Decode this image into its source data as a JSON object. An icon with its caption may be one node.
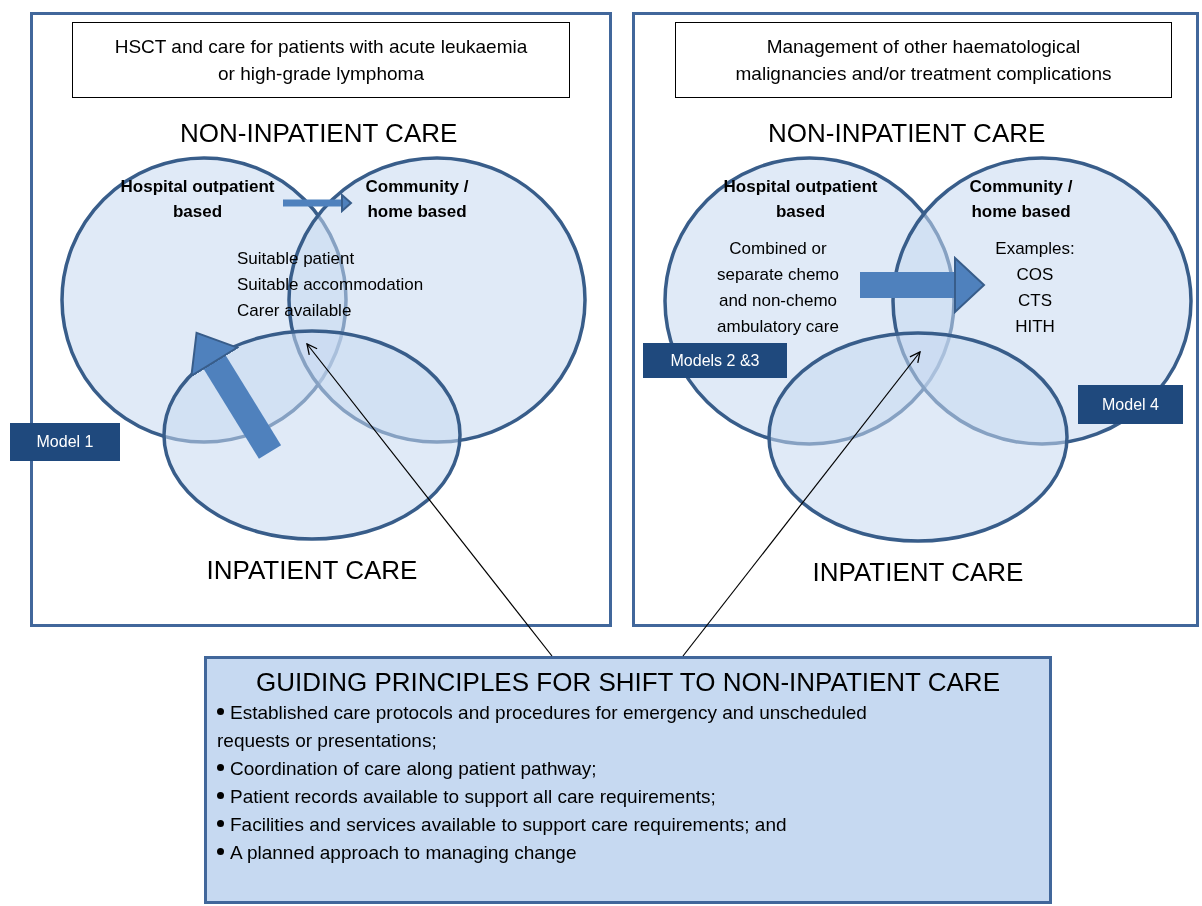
{
  "diagram": {
    "nodes": [
      {
        "text": [],
        "shape": "box"
      },
      {
        "text": [
          "HSCT and care for patients with acute leukaemia or high-grade lymphoma"
        ],
        "in": 0
      },
      {
        "text": [
          "Hospital outpatient based"
        ],
        "in": 0
      },
      {
        "text": [
          "Community / home based"
        ],
        "in": 0
      },
      {
        "text": [
          "INPATIENT CARE"
        ],
        "in": 0
      },
      {
        "text": [
          "Model 1"
        ]
      },
      {
        "text": [],
        "shape": "box"
      },
      {
        "text": [
          "Management of other haematological malignancies and/or treatment complications"
        ],
        "in": 6
      },
      {
        "text": [
          "Hospital outpatient based",
          "Combined or separate chemo and non-chemo ambulatory care"
        ],
        "in": 6
      },
      {
        "text": [
          "Community / home based",
          "Examples: COS CTS HITH"
        ],
        "in": 6
      },
      {
        "text": [
          "INPATIENT CARE"
        ],
        "in": 6
      },
      {
        "text": [
          "Models 2 &3"
        ],
        "in": 6
      },
      {
        "text": [
          "Model 4"
        ],
        "in": 9
      },
      {
        "text": [
          "GUIDING PRINCIPLES FOR SHIFT TO NON-INPATIENT CARE",
          "Established care protocols and procedures for emergency and unscheduled requests or presentations;",
          "Coordination of care along patient pathway;",
          "Patient records available to support all care requirements;",
          "Facilities and services available to support care requirements; and",
          "A planned approach to managing change"
        ]
      }
    ],
    "edges": [
      {
        "from": 4,
        "to": 2,
        "arrow": "to",
        "style": "thick"
      },
      {
        "from": 2,
        "to": 3,
        "arrow": "to"
      },
      {
        "from": 8,
        "to": 9,
        "arrow": "to",
        "style": "thick"
      },
      {
        "from": 13,
        "to": 4,
        "arrow": "to",
        "color": "#000000"
      },
      {
        "from": 13,
        "to": 10,
        "arrow": "to",
        "color": "#000000"
      }
    ],
    "labels": [
      "NON-INPATIENT CARE",
      "NON-INPATIENT CARE",
      "Suitable patient",
      "Suitable accommodation",
      "Carer available"
    ]
  }
}
